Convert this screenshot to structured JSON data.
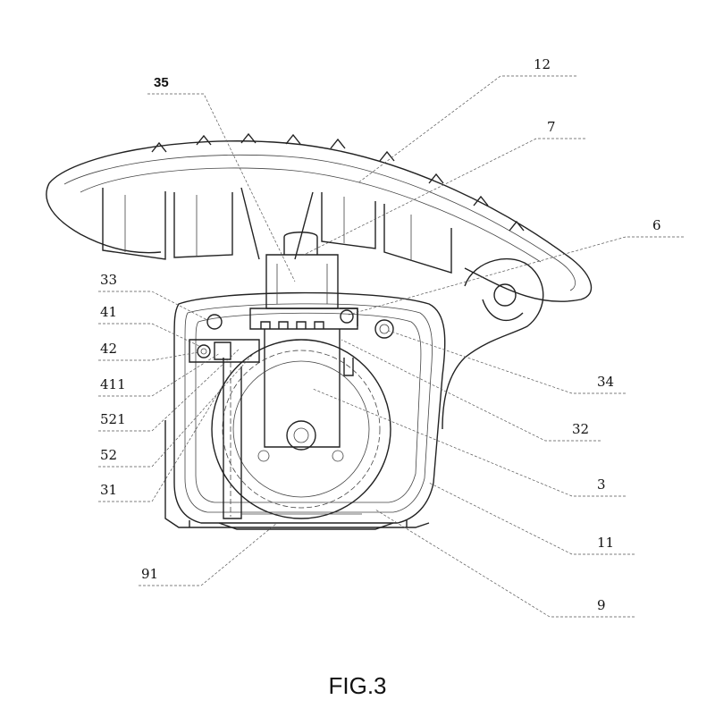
{
  "caption": "FIG.3",
  "labels": {
    "l35": "35",
    "l12": "12",
    "l7": "7",
    "l6": "6",
    "l33": "33",
    "l41": "41",
    "l42": "42",
    "l411": "411",
    "l521": "521",
    "l52": "52",
    "l31": "31",
    "l91": "91",
    "l34": "34",
    "l32": "32",
    "l3": "3",
    "l11": "11",
    "l9": "9"
  }
}
